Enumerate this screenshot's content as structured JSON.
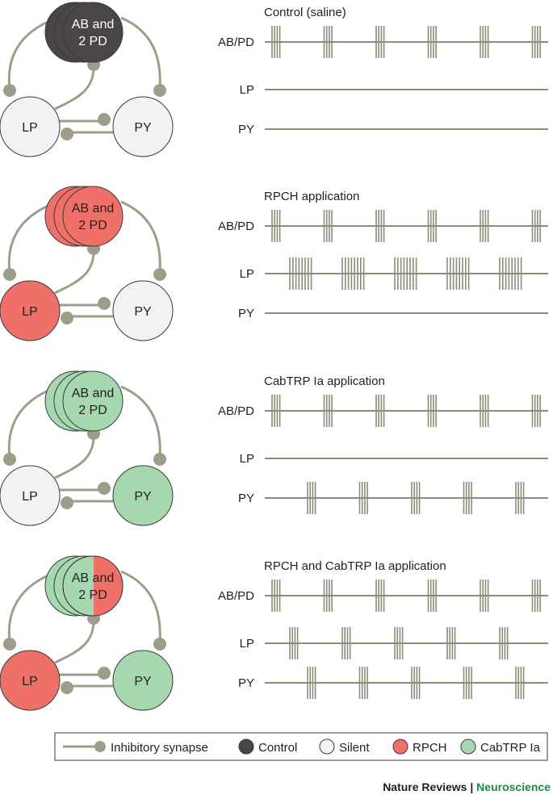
{
  "colors": {
    "line": "#9e9d8a",
    "line_dark": "#8d8c79",
    "stroke": "#3a3a3a",
    "control": "#4a4645",
    "silent": "#f2f2f2",
    "rpch": "#ef7068",
    "cabtrp": "#a6d8b0",
    "text_dark": "#231f20",
    "brand_green": "#1c8a3c"
  },
  "neurons": {
    "ab_line1": "AB and",
    "ab_line2": "2 PD",
    "lp": "LP",
    "py": "PY"
  },
  "trace_labels": {
    "abpd": "AB/PD",
    "lp": "LP",
    "py": "PY"
  },
  "panels": [
    {
      "title": "Control (saline)",
      "ab_color": "control",
      "lp_color": "silent",
      "py_color": "silent",
      "traces": {
        "abpd": "burst4",
        "lp": "flat",
        "py": "flat"
      }
    },
    {
      "title": "RPCH application",
      "ab_color": "rpch",
      "lp_color": "rpch",
      "py_color": "silent",
      "traces": {
        "abpd": "burst4",
        "lp": "burst8",
        "py": "flat"
      }
    },
    {
      "title": "CabTRP Ia application",
      "ab_color": "cabtrp",
      "lp_color": "silent",
      "py_color": "cabtrp",
      "traces": {
        "abpd": "burst4",
        "lp": "flat",
        "py": "burst4_late"
      }
    },
    {
      "title": "RPCH and CabTRP Ia application",
      "ab_color": "split",
      "lp_color": "rpch",
      "py_color": "cabtrp",
      "traces": {
        "abpd": "burst4",
        "lp": "burst4_mid",
        "py": "burst4_late"
      }
    }
  ],
  "legend": {
    "inhibitory_synapse": "Inhibitory synapse",
    "control": "Control",
    "silent": "Silent",
    "rpch": "RPCH",
    "cabtrp": "CabTRP Ia"
  },
  "credit": {
    "journal": "Nature Reviews",
    "separator": " | ",
    "section": "Neuroscience"
  }
}
